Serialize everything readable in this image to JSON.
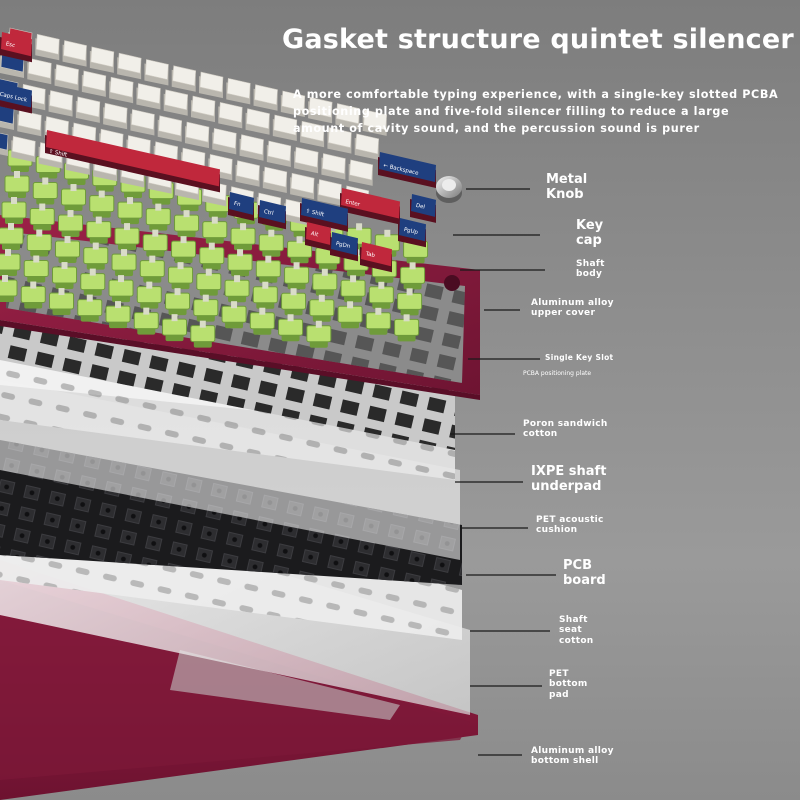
{
  "title": "Gasket structure quintet silencer",
  "subtitle": "A more comfortable typing experience, with a single-key slotted PCBA positioning plate and five-fold silencer filling to reduce a large amount of cavity sound, and the percussion sound is purer",
  "layers": [
    {
      "key": "metal_knob",
      "label": "Metal\nKnob"
    },
    {
      "key": "key_cap",
      "label": "Key\ncap"
    },
    {
      "key": "shaft_body",
      "label": "Shaft\nbody"
    },
    {
      "key": "upper_cover",
      "label": "Aluminum alloy\nupper cover"
    },
    {
      "key": "single_key_slot",
      "label": "Single Key Slot"
    },
    {
      "key": "pcba_plate",
      "label": "PCBA positioning plate"
    },
    {
      "key": "poron",
      "label": "Poron sandwich\ncotton"
    },
    {
      "key": "ixpe",
      "label": "IXPE shaft\nunderpad"
    },
    {
      "key": "pet_acoustic",
      "label": "PET acoustic\ncushion"
    },
    {
      "key": "pcb_board",
      "label": "PCB\nboard"
    },
    {
      "key": "shaft_seat",
      "label": "Shaft\nseat\ncotton"
    },
    {
      "key": "pet_bottom",
      "label": "PET\nbottom\npad"
    },
    {
      "key": "bottom_shell",
      "label": "Aluminum alloy\nbottom shell"
    }
  ],
  "keycaps": {
    "backspace": "← Backspace",
    "enter": "Enter",
    "shift": "⇧ Shift",
    "fn": "Fn",
    "ctrl": "Ctrl",
    "del": "Del",
    "pgup": "PgUp",
    "pgdn": "PgDn",
    "esc": "Esc",
    "tab": "Tab",
    "caps": "Caps Lock",
    "alt": "Alt"
  },
  "colors": {
    "background": "#8a8a8a",
    "case_red": "#8e1b3d",
    "keycap_white": "#f1efe9",
    "keycap_blue": "#1f3f7f",
    "keycap_red": "#c0283c",
    "switch_green": "#b9e070",
    "pcb_black": "#1b1b1d"
  }
}
